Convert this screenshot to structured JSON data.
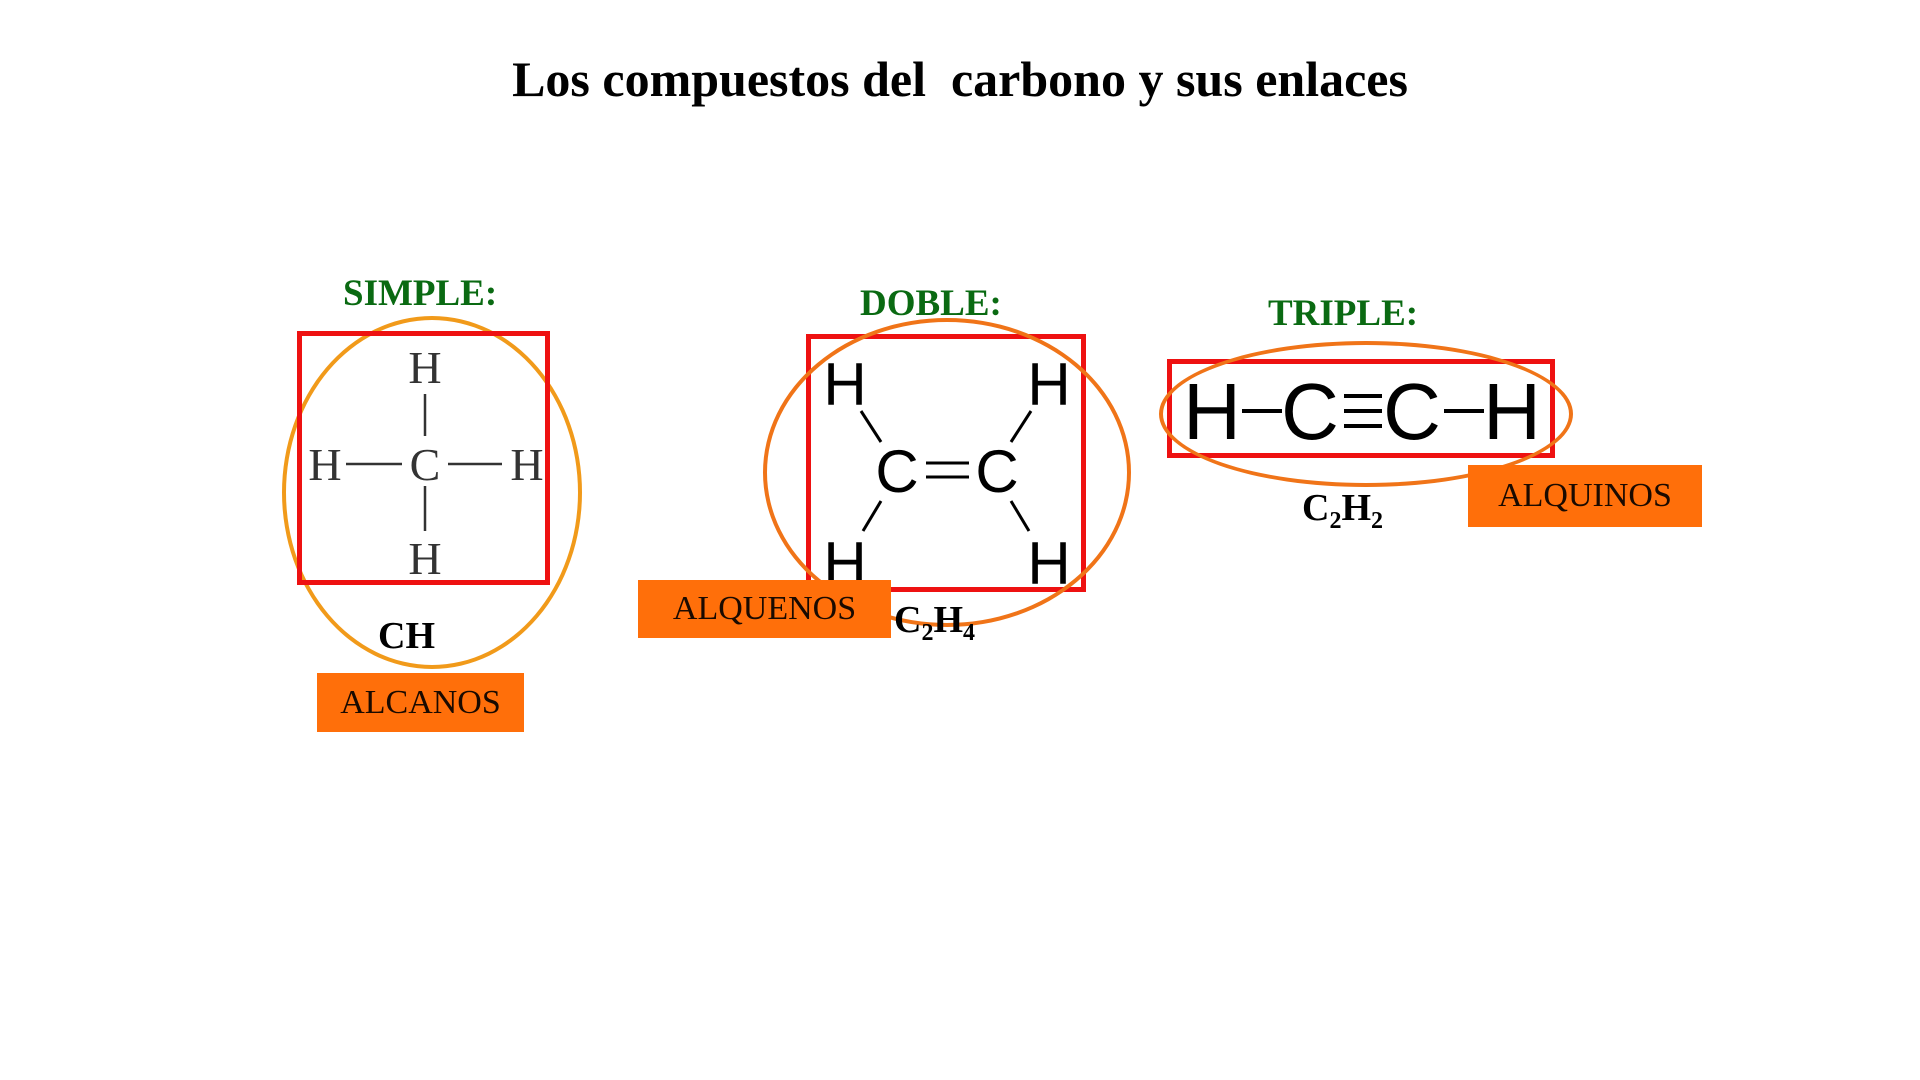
{
  "slide": {
    "title": "Los compuestos del  carbono y sus enlaces"
  },
  "colors": {
    "label_green": "#0a6a12",
    "box_red": "#ee1111",
    "ellipse_orange_simple": "#f19a1a",
    "ellipse_orange": "#f07418",
    "tag_orange": "#ff6f0a"
  },
  "bonds": [
    {
      "type_label": "SIMPLE:",
      "structure": {
        "center": "C",
        "atoms": [
          "H",
          "H",
          "H",
          "H"
        ],
        "bond": "—"
      },
      "formula": {
        "text": "CH",
        "parts": [
          {
            "el": "C",
            "sub": ""
          },
          {
            "el": "H",
            "sub": ""
          }
        ]
      },
      "family": "ALCANOS"
    },
    {
      "type_label": "DOBLE:",
      "structure": {
        "left": "C",
        "right": "C",
        "bond": "=",
        "atoms": [
          "H",
          "H",
          "H",
          "H"
        ]
      },
      "formula": {
        "text": "C2H4",
        "parts": [
          {
            "el": "C",
            "sub": "2"
          },
          {
            "el": "H",
            "sub": "4"
          }
        ]
      },
      "family": "ALQUENOS"
    },
    {
      "type_label": "TRIPLE:",
      "structure": {
        "text": "H—C≡C—H",
        "atoms": [
          "H",
          "C",
          "C",
          "H"
        ],
        "bond": "≡"
      },
      "formula": {
        "text": "C2H2",
        "parts": [
          {
            "el": "C",
            "sub": "2"
          },
          {
            "el": "H",
            "sub": "2"
          }
        ]
      },
      "family": "ALQUINOS"
    }
  ]
}
